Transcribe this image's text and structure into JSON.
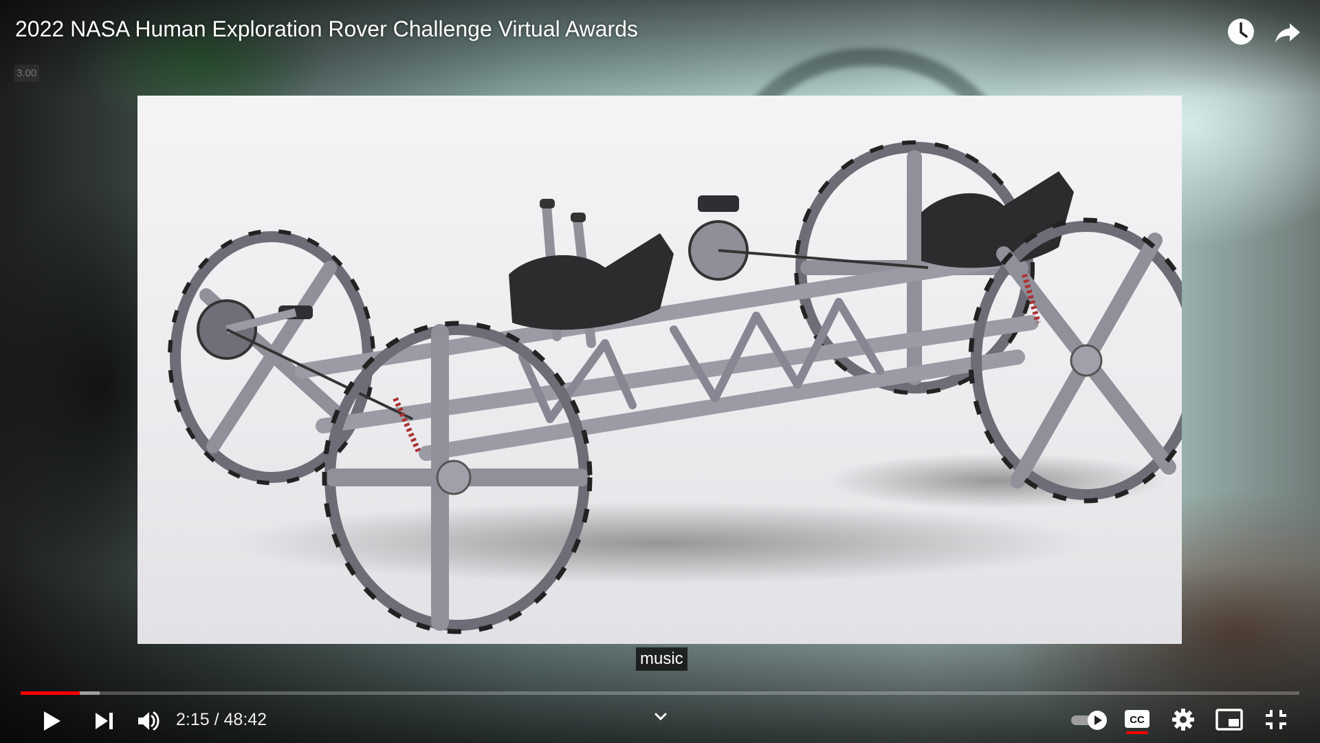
{
  "player": {
    "title": "2022 NASA Human Exploration Rover Challenge Virtual Awards",
    "speed_badge": "3.00",
    "caption": "music",
    "time": {
      "current": "2:15",
      "separator": " / ",
      "duration": "48:42"
    },
    "progress": {
      "played_fraction": 0.046,
      "loaded_fraction": 0.062
    },
    "accent_color": "#ff0000",
    "icons": {
      "watch_later": "clock-icon",
      "share": "share-arrow-icon",
      "play": "play-icon",
      "next": "skip-next-icon",
      "volume": "volume-icon",
      "chapters": "chevron-down-icon",
      "autoplay": "autoplay-toggle-icon",
      "captions": "cc-icon",
      "settings": "gear-icon",
      "miniplayer": "miniplayer-icon",
      "fullscreen_exit": "exit-fullscreen-icon"
    }
  }
}
